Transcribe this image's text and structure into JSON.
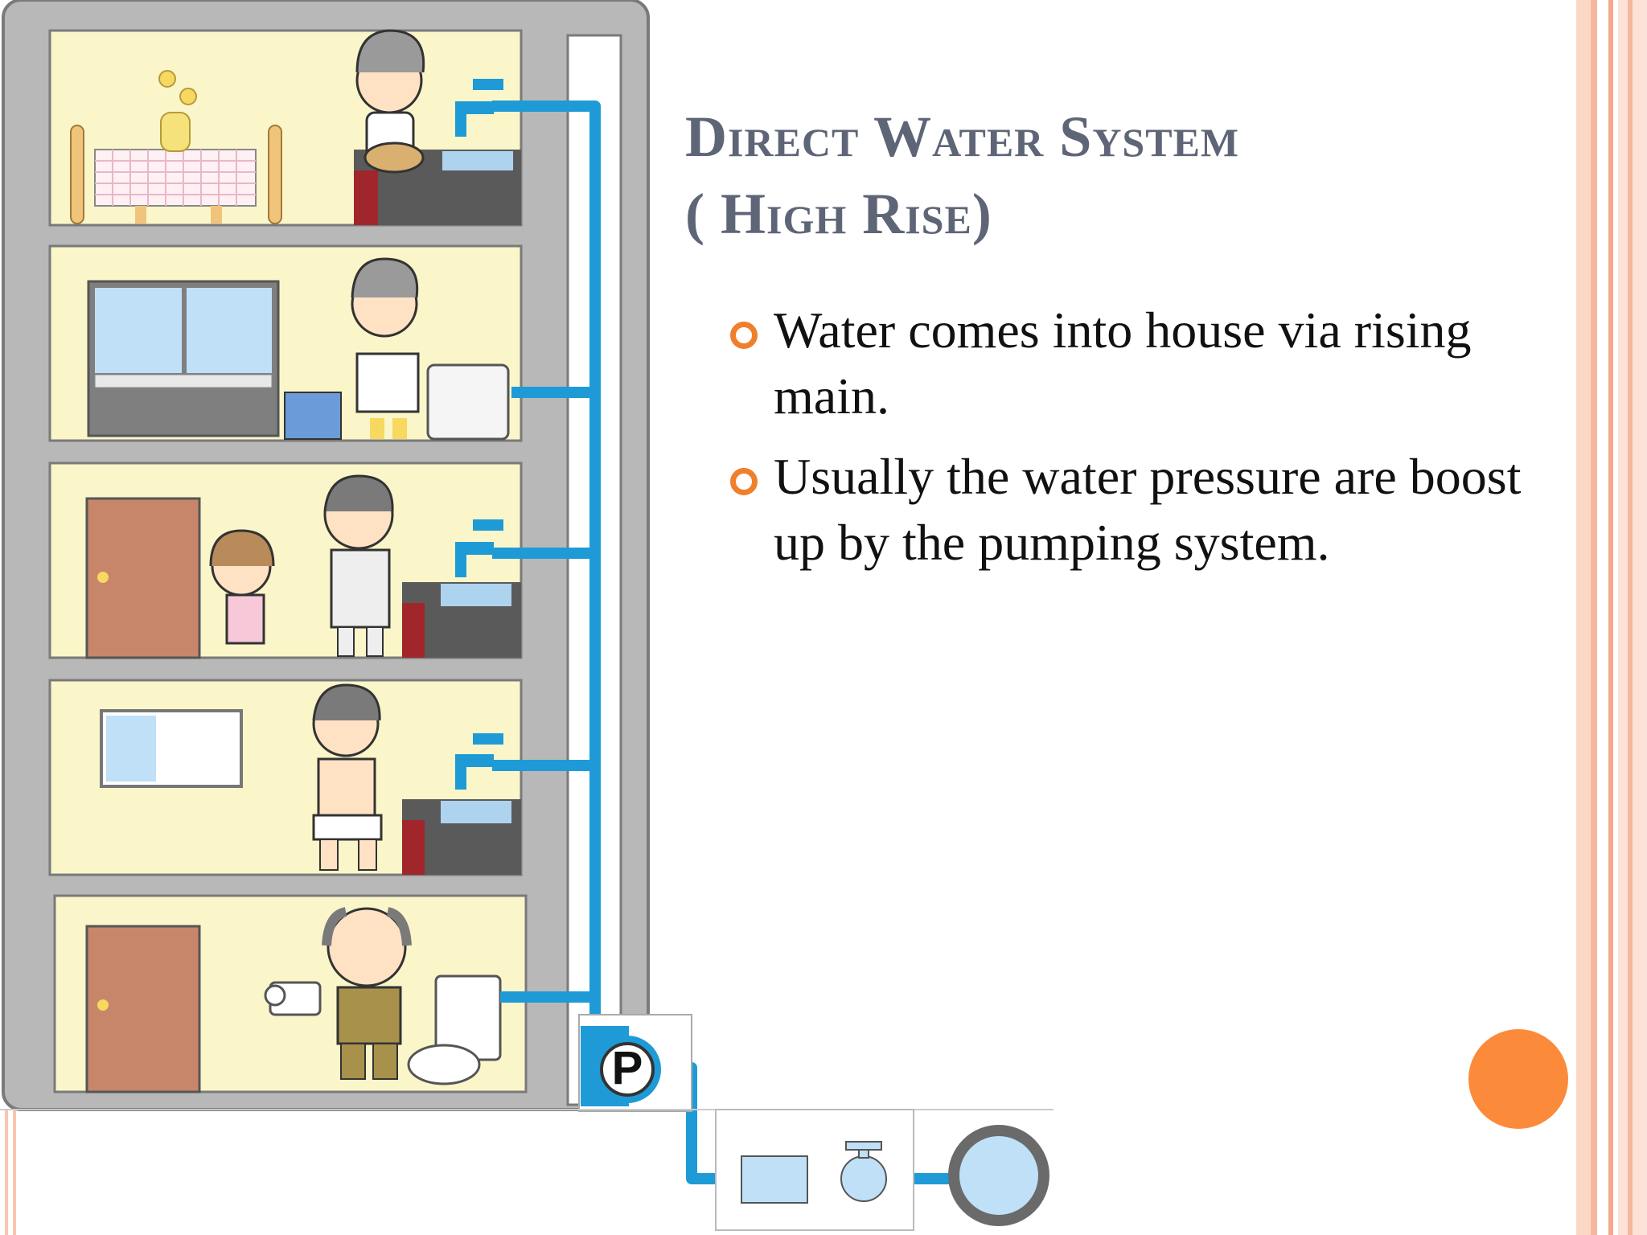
{
  "slide": {
    "title_line1": "Direct Water System",
    "title_line2": "( High Rise)",
    "bullets": [
      "Water comes into house via rising main.",
      "Usually the water pressure are boost up by the pumping system."
    ]
  },
  "illustration": {
    "pump_label": "P",
    "floors": 5
  },
  "colors": {
    "title": "#5e6577",
    "bullet_marker": "#f07f2c",
    "accent_dot": "#fb8a3b",
    "pipe": "#1e9bd7",
    "room": "#fbf6c9",
    "building": "#b5b5b5"
  },
  "icons": {
    "bullet": "ring-bullet-icon",
    "pump": "pump-icon",
    "tap": "water-tap-icon"
  }
}
